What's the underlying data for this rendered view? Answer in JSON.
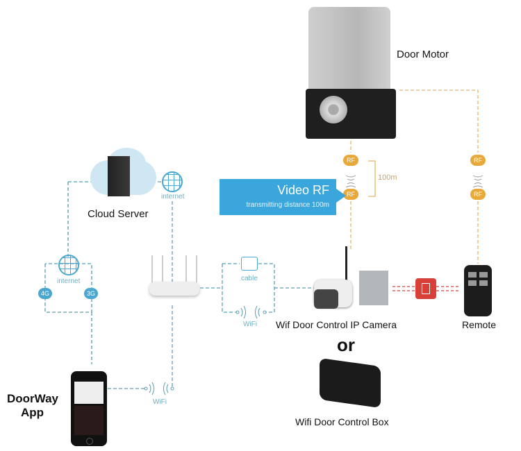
{
  "title": "DoorWay system connection diagram",
  "nodes": {
    "door_motor": "Door Motor",
    "cloud_server": "Cloud Server",
    "camera": "Wif Door Control IP Camera",
    "or_label": "or",
    "control_box": "Wifi Door Control Box",
    "remote": "Remote",
    "app_line1": "DoorWay",
    "app_line2": "App"
  },
  "callout": {
    "title": "Video RF",
    "subtitle": "transmitting distance 100m",
    "color": "#3aa6dc"
  },
  "labels": {
    "internet_top": "internet",
    "internet_left": "internet",
    "cable": "cable",
    "wifi_router": "WiFi",
    "wifi_app": "WiFi",
    "distance": "100m",
    "rf": "RF",
    "g4": "4G",
    "g3": "3G"
  },
  "colors": {
    "network_line": "#5b9db3",
    "rf_line": "#e8b46a",
    "rf_badge": "#e8a93a",
    "ir_line": "#d9403a"
  }
}
